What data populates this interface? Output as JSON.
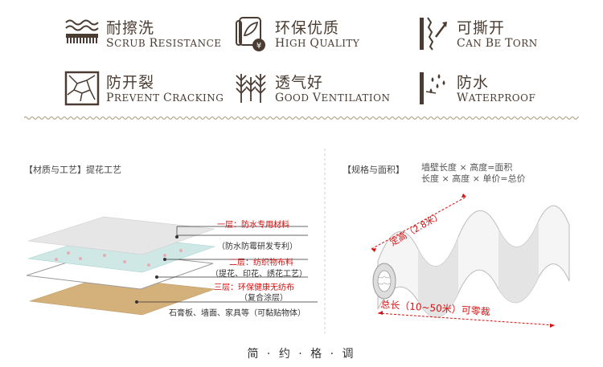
{
  "features": [
    {
      "cn": "耐擦洗",
      "en": "Scrub Resistance",
      "icon": "scrub-icon"
    },
    {
      "cn": "环保优质",
      "en": "High Quality",
      "icon": "eco-quality-icon"
    },
    {
      "cn": "可撕开",
      "en": "Can Be Torn",
      "icon": "tear-icon"
    },
    {
      "cn": "防开裂",
      "en": "Prevent Cracking",
      "icon": "crack-icon"
    },
    {
      "cn": "透气好",
      "en": "Good Ventilation",
      "icon": "ventilation-icon"
    },
    {
      "cn": "防水",
      "en": "Waterproof",
      "icon": "waterproof-icon"
    }
  ],
  "material": {
    "heading": "【材质与工艺】提花工艺",
    "layer1_title": "一层：防水专用材料",
    "layer1_desc": "（防水防霉研发专利）",
    "layer2_title": "二层：纺织物布料",
    "layer2_desc": "（提花、印花、绣花工艺）",
    "layer3_title": "三层：环保健康无纺布",
    "layer3_desc": "（复合涂层）",
    "base": "石膏板、墙面、家具等（可黏贴物体）"
  },
  "spec": {
    "heading": "【规格与面积】",
    "formula1": "墙壁长度 × 高度=面积",
    "formula2": "长度 × 高度 × 单价=总价",
    "height_label": "定高（2.8米）",
    "length_label": "总长（10~50米）可零裁"
  },
  "footer": "简 · 约 · 格 · 调",
  "colors": {
    "brown": "#4a3c32",
    "red": "#d51010",
    "wood": "#d4b07a"
  }
}
